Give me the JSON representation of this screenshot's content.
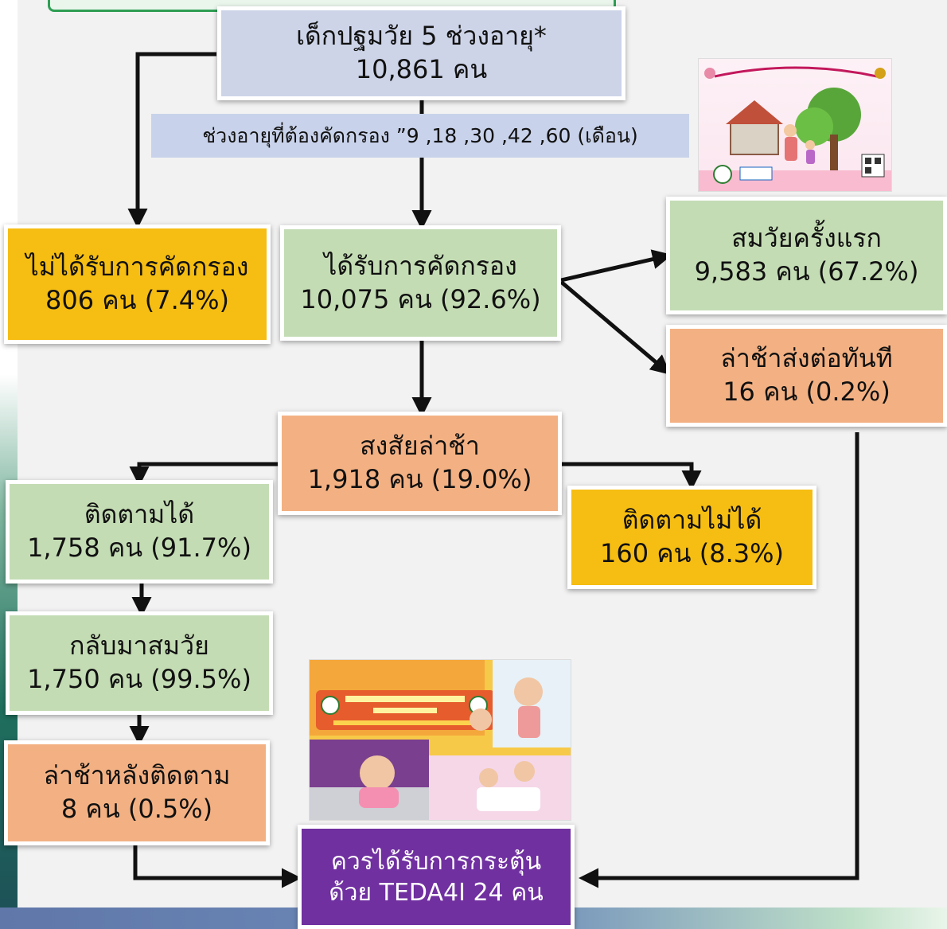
{
  "boxes": {
    "total": {
      "line1": "เด็กปฐมวัย 5 ช่วงอายุ*",
      "line2": "10,861 คน"
    },
    "not_screened": {
      "line1": "ไม่ได้รับการคัดกรอง",
      "line2": "806 คน (7.4%)"
    },
    "screened": {
      "line1": "ได้รับการคัดกรอง",
      "line2": "10,075 คน (92.6%)"
    },
    "normal_first": {
      "line1": "สมวัยครั้งแรก",
      "line2": "9,583 คน (67.2%)"
    },
    "delay_refer": {
      "line1": "ล่าช้าส่งต่อทันที",
      "line2": "16 คน (0.2%)"
    },
    "suspect_delay": {
      "line1": "สงสัยล่าช้า",
      "line2": "1,918 คน (19.0%)"
    },
    "followed": {
      "line1": "ติดตามได้",
      "line2": "1,758 คน (91.7%)"
    },
    "not_followed": {
      "line1": "ติดตามไม่ได้",
      "line2": "160 คน (8.3%)"
    },
    "back_normal": {
      "line1": "กลับมาสมวัย",
      "line2": "1,750 คน (99.5%)"
    },
    "delay_after": {
      "line1": "ล่าช้าหลังติดตาม",
      "line2": "8 คน (0.5%)"
    },
    "teda4i": {
      "line1": "ควรได้รับการกระตุ้น",
      "line2": "ด้วย TEDA4I  24 คน"
    }
  },
  "age_label": "ช่วงอายุที่ต้องคัดกรอง ”9 ,18 ,30 ,42 ,60 (เดือน)",
  "colors": {
    "blue_box": "#cdd4e8",
    "green_box": "#c4dcb4",
    "orange_box": "#f3b183",
    "yellow_box": "#f6bd12",
    "purple_box": "#7030a0"
  }
}
